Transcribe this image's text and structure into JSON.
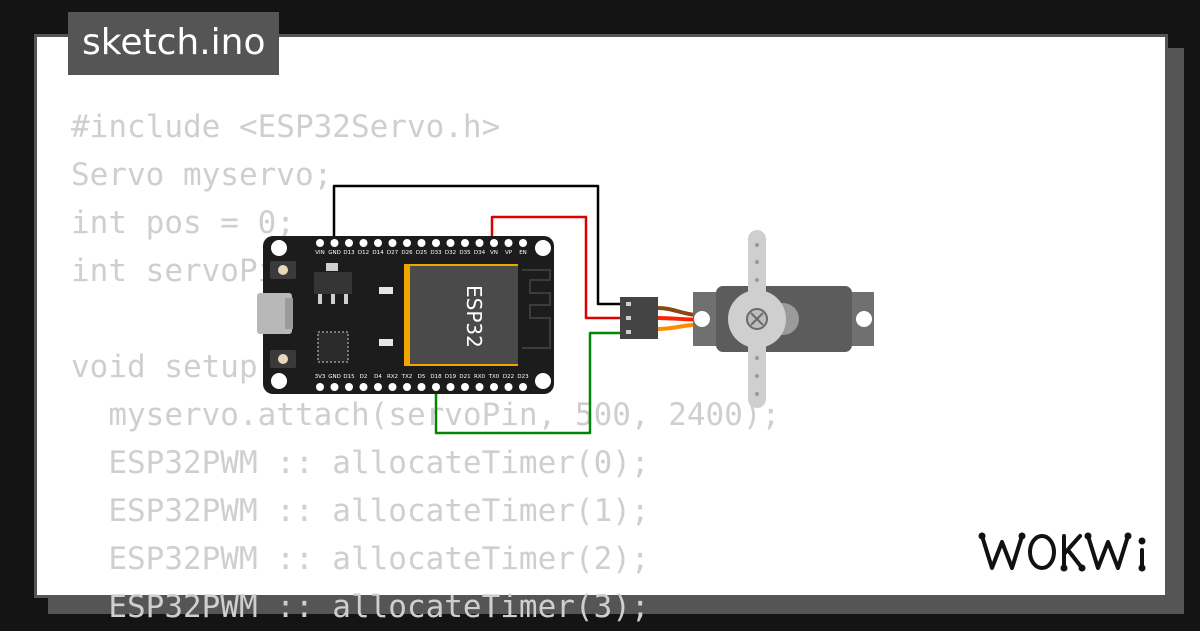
{
  "file_tab": {
    "label": "sketch.ino"
  },
  "code_lines": [
    "#include <ESP32Servo.h>",
    "Servo myservo;",
    "int pos = 0;",
    "int servoPin = 18;",
    "",
    "void setup() {",
    "  myservo.attach(servoPin, 500, 2400);",
    "  ESP32PWM :: allocateTimer(0);",
    "  ESP32PWM :: allocateTimer(1);",
    "  ESP32PWM :: allocateTimer(2);",
    "  ESP32PWM :: allocateTimer(3);"
  ],
  "esp32": {
    "chip_label": "ESP32",
    "top_pins": [
      "VIN",
      "GND",
      "D13",
      "D12",
      "D14",
      "D27",
      "D26",
      "D25",
      "D33",
      "D32",
      "D35",
      "D34",
      "VN",
      "VP",
      "EN"
    ],
    "bottom_pins": [
      "3V3",
      "GND",
      "D15",
      "D2",
      "D4",
      "RX2",
      "TX2",
      "D5",
      "D18",
      "D19",
      "D21",
      "RX0",
      "TX0",
      "D22",
      "D23"
    ]
  },
  "wires": {
    "gnd_color": "#000000",
    "vcc_color": "#dd0000",
    "signal_color": "#008800"
  },
  "logo": {
    "text": "WOKWi",
    "icon": "wokwi-logo"
  }
}
